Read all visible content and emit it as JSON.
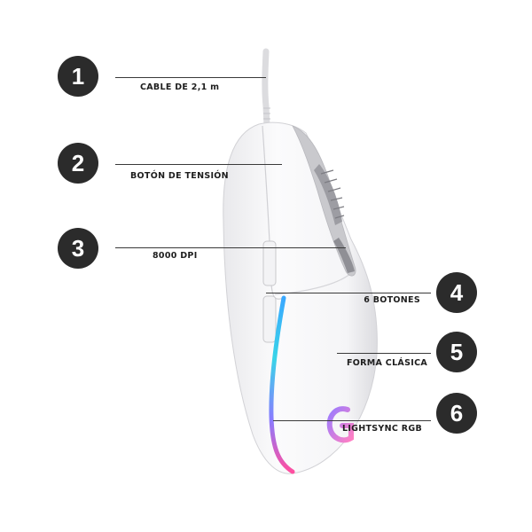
{
  "callouts": [
    {
      "number": "1",
      "label": "CABLE DE 2,1 m"
    },
    {
      "number": "2",
      "label": "BOTÓN DE TENSIÓN"
    },
    {
      "number": "3",
      "label": "8000 DPI"
    },
    {
      "number": "4",
      "label": "6 BOTONES"
    },
    {
      "number": "5",
      "label": "FORMA CLÁSICA"
    },
    {
      "number": "6",
      "label": "LIGHTSYNC RGB"
    }
  ],
  "colors": {
    "badge": "#2b2b2b",
    "rgb_strip": [
      "#3aa8ff",
      "#39d4e8",
      "#8a7cff",
      "#ff4fa0"
    ]
  },
  "icons": [
    "mouse-illustration",
    "logo-g-icon"
  ]
}
